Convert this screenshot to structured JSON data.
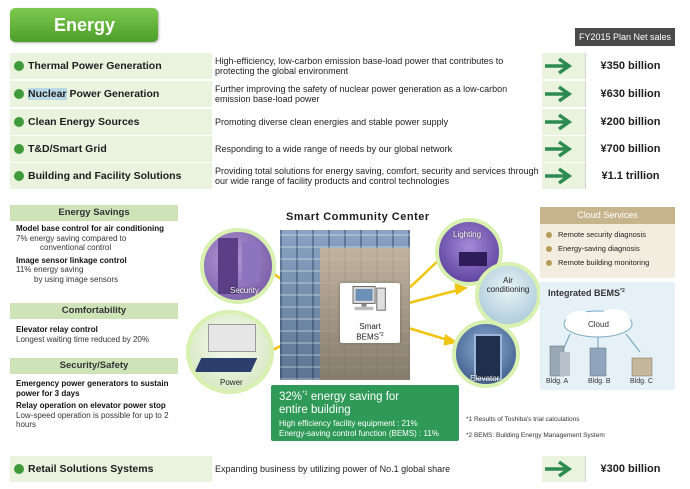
{
  "title": "Energy",
  "net_sales_header": "FY2015 Plan Net sales",
  "businesses": [
    {
      "name": "Thermal Power Generation",
      "desc": "High-efficiency, low-carbon emission base-load power that contributes to protecting the global environment",
      "value": "¥350 billion"
    },
    {
      "name_highlight": "Nuclear",
      "name_rest": " Power Generation",
      "desc": "Further improving the safety of nuclear power generation as a low-carbon emission base-load power",
      "value": "¥630 billion"
    },
    {
      "name": "Clean Energy Sources",
      "desc": "Promoting diverse clean energies and stable power supply",
      "value": "¥200 billion"
    },
    {
      "name": "T&D/Smart Grid",
      "desc": "Responding to a wide range of needs by our global network",
      "value": "¥700 billion"
    },
    {
      "name": "Building and Facility Solutions",
      "desc": "Providing total solutions for energy saving, comfort, security and services through our wide range of facility products and control technologies",
      "value": "¥1.1 trillion"
    }
  ],
  "retail": {
    "name": "Retail Solutions Systems",
    "desc": "Expanding business by utilizing power of No.1 global share",
    "value": "¥300 billion"
  },
  "energy_savings": {
    "heading": "Energy Savings",
    "item1_title": "Model base control for air conditioning",
    "item1_line1": "7%   energy saving compared to",
    "item1_line2": "conventional control",
    "item2_title": "Image sensor linkage control",
    "item2_line1": "11% energy saving",
    "item2_line2": "by using image sensors"
  },
  "comfortability": {
    "heading": "Comfortability",
    "item_title": "Elevator relay control",
    "item_text": "Longest waiting time reduced by 20%"
  },
  "security_safety": {
    "heading": "Security/Safety",
    "item1_title": "Emergency power generators to sustain power for 3 days",
    "item2_title": "Relay operation on elevator power stop",
    "item2_text": "Low-speed operation is possible for up to 2 hours"
  },
  "center": {
    "title": "Smart Community Center",
    "bems_label_line1": "Smart",
    "bems_label_line2": "BEMS",
    "bems_sup": "*2",
    "security": "Security",
    "lighting": "Lighting",
    "air_line1": "Air",
    "air_line2": "conditioning",
    "elevator": "Elevator",
    "power": "Power"
  },
  "saving_box": {
    "big_pct": "32%",
    "big_sup": "*1",
    "big_rest": " energy saving for",
    "big_line2": "entire building",
    "line1": "High efficiency facility equipment : 21%",
    "line2": "Energy-saving control function (BEMS) : 11%"
  },
  "footnotes": {
    "f1": "*1 Results of Toshiba's trial calculations",
    "f2": "*2 BEMS: Building Energy Management System"
  },
  "cloud_services": {
    "heading": "Cloud Services",
    "items": [
      "Remote security diagnosis",
      "Energy-saving diagnosis",
      "Remote building monitoring"
    ]
  },
  "integrated_bems": {
    "title": "Integrated BEMS",
    "sup": "*2",
    "cloud": "Cloud",
    "bldg_a": "Bldg. A",
    "bldg_b": "Bldg. B",
    "bldg_c": "Bldg. C"
  },
  "colors": {
    "green": "#3f9a3b",
    "arrow": "#2e8b4f",
    "row_bg": "#eaf3de",
    "saving_box": "#2f9a57"
  }
}
